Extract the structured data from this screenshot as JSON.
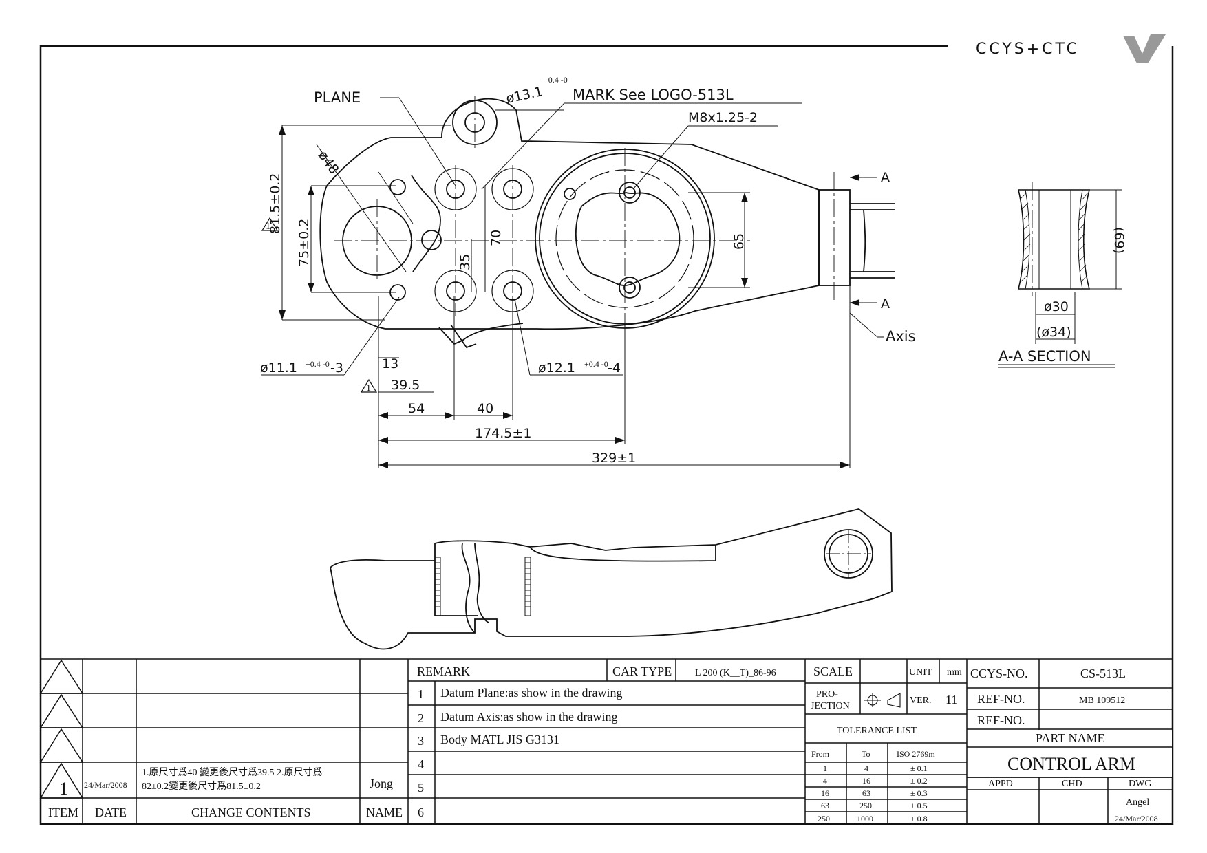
{
  "logo": {
    "text": "CCYS+CTC"
  },
  "drawing": {
    "labels": {
      "plane": "PLANE",
      "mark": "MARK See LOGO-513L",
      "hole_top": "ø13.1",
      "hole_top_tol": "+0.4 -0",
      "thread": "M8x1.25-2",
      "dia48": "ø48",
      "dim_81_5": "81.5±0.2",
      "dim_75": "75±0.2",
      "dim_35": "35",
      "dim_70": "70",
      "dim_65": "65",
      "hole_11": "ø11.1",
      "hole_11_tol": "+0.4 -0",
      "hole_11_qty": "-3",
      "hole_12": "ø12.1",
      "hole_12_tol": "+0.4 -0",
      "hole_12_qty": "-4",
      "dim_13": "13",
      "dim_39_5": "39.5",
      "dim_54": "54",
      "dim_40": "40",
      "dim_174_5": "174.5±1",
      "dim_329": "329±1",
      "section_a_top": "A",
      "section_a_bottom": "A",
      "axis": "Axis",
      "dim_69": "(69)",
      "dim_30": "ø30",
      "dim_34": "(ø34)",
      "section_title": "A-A SECTION",
      "revision_mark": "1"
    }
  },
  "revision_table": {
    "headers": {
      "item": "ITEM",
      "date": "DATE",
      "change_contents": "CHANGE CONTENTS",
      "name": "NAME"
    },
    "rows": [
      {
        "item": "1",
        "date": "24/Mar/2008",
        "change_line1": "1.原尺寸爲40 變更後尺寸爲39.5 2.原尺寸爲",
        "change_line2": "82±0.2變更後尺寸爲81.5±0.2",
        "name": "Jong"
      }
    ]
  },
  "remarks": {
    "header": "REMARK",
    "car_type_label": "CAR TYPE",
    "car_type_value": "L 200 (K__T)_86-96",
    "rows": [
      {
        "n": "1",
        "text": "Datum Plane:as show in the drawing"
      },
      {
        "n": "2",
        "text": "Datum Axis:as show in the drawing"
      },
      {
        "n": "3",
        "text": "Body MATL JIS G3131"
      },
      {
        "n": "4",
        "text": ""
      },
      {
        "n": "5",
        "text": ""
      },
      {
        "n": "6",
        "text": ""
      }
    ]
  },
  "title_block": {
    "scale_label": "SCALE",
    "unit_label": "UNIT",
    "unit_value": "mm",
    "projection_line1": "PRO-",
    "projection_line2": "JECTION",
    "ver_label": "VER.",
    "ver_value": "11",
    "tolerance_title": "TOLERANCE LIST",
    "tolerance_headers": {
      "from": "From",
      "to": "To",
      "iso": "ISO 2769m"
    },
    "tolerance_rows": [
      {
        "from": "1",
        "to": "4",
        "tol": "± 0.1"
      },
      {
        "from": "4",
        "to": "16",
        "tol": "± 0.2"
      },
      {
        "from": "16",
        "to": "63",
        "tol": "± 0.3"
      },
      {
        "from": "63",
        "to": "250",
        "tol": "± 0.5"
      },
      {
        "from": "250",
        "to": "1000",
        "tol": "± 0.8"
      }
    ],
    "ccys_no_label": "CCYS-NO.",
    "ccys_no_value": "CS-513L",
    "ref_no_label": "REF-NO.",
    "ref_no_value": "MB 109512",
    "ref_no2_label": "REF-NO.",
    "part_name_label": "PART NAME",
    "part_name_value": "CONTROL ARM",
    "appd_label": "APPD",
    "chd_label": "CHD",
    "dwg_label": "DWG",
    "dwg_name": "Angel",
    "dwg_date": "24/Mar/2008"
  }
}
